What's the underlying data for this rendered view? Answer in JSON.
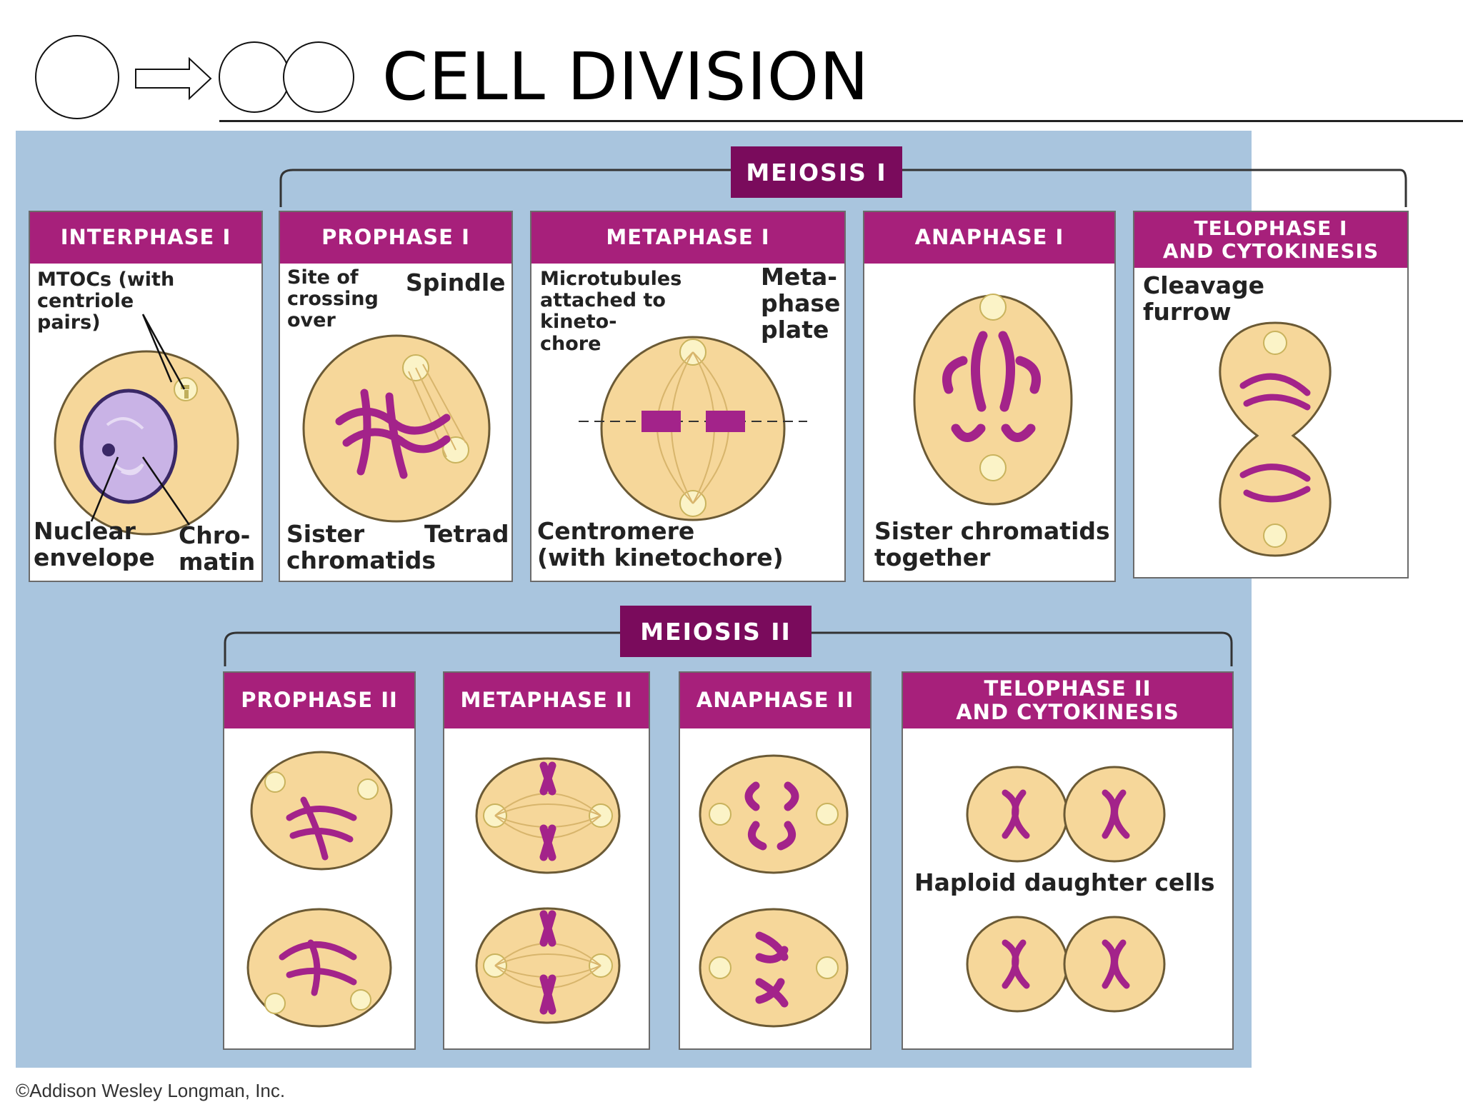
{
  "title": "CELL DIVISION",
  "meiosis1": {
    "badge": "MEIOSIS I",
    "interphase": {
      "header": "INTERPHASE I",
      "label_mtoc": "MTOCs (with\ncentriole\npairs)",
      "label_nuclear": "Nuclear\nenvelope",
      "label_chromatin": "Chro-\nmatin"
    },
    "prophase": {
      "header": "PROPHASE I",
      "label_site": "Site of\ncrossing\nover",
      "label_spindle": "Spindle",
      "label_sister": "Sister\nchromatids",
      "label_tetrad": "Tetrad"
    },
    "metaphase": {
      "header": "METAPHASE I",
      "label_micro": "Microtubules\nattached to\nkineto-\nchore",
      "label_plate": "Meta-\nphase\nplate",
      "label_centromere": "Centromere\n(with kinetochore)"
    },
    "anaphase": {
      "header": "ANAPHASE I",
      "label_sister": "Sister chromatids\ntogether"
    },
    "telophase": {
      "header": "TELOPHASE I\nAND CYTOKINESIS",
      "label_cleavage": "Cleavage\nfurrow"
    }
  },
  "meiosis2": {
    "badge": "MEIOSIS II",
    "prophase": {
      "header": "PROPHASE II"
    },
    "metaphase": {
      "header": "METAPHASE II"
    },
    "anaphase": {
      "header": "ANAPHASE II"
    },
    "telophase": {
      "header": "TELOPHASE II\nAND CYTOKINESIS",
      "label_haploid": "Haploid daughter cells"
    }
  },
  "copyright": "©Addison Wesley Longman, Inc.",
  "colors": {
    "panel": "#a9c5de",
    "header": "#a7207b",
    "badge": "#7a0b5c",
    "cytoplasm": "#f6d79a",
    "chromosome": "#a3238a",
    "nucleus": "#c9b3e6"
  }
}
